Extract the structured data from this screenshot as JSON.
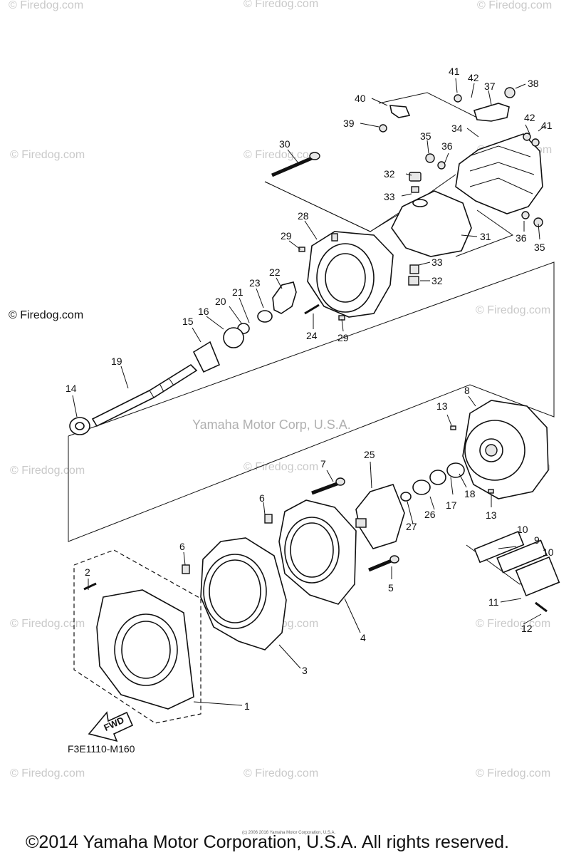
{
  "watermarks": {
    "firedog": "© Firedog.com",
    "center": "Yamaha Motor Corp, U.S.A."
  },
  "figure_code": "F3E1110-M160",
  "fwd_label": "FWD",
  "copyright": "©2014 Yamaha Motor Corporation, U.S.A. All rights reserved.",
  "fine_print": "(c) 2006 2016 Yamaha Motor Corporation, U.S.A.",
  "callouts": [
    "1",
    "2",
    "3",
    "4",
    "5",
    "6",
    "6",
    "7",
    "8",
    "9",
    "10",
    "10",
    "11",
    "12",
    "13",
    "13",
    "14",
    "15",
    "16",
    "17",
    "18",
    "19",
    "20",
    "21",
    "22",
    "23",
    "24",
    "25",
    "26",
    "27",
    "28",
    "29",
    "29",
    "30",
    "31",
    "32",
    "32",
    "33",
    "33",
    "34",
    "35",
    "35",
    "36",
    "36",
    "37",
    "38",
    "39",
    "40",
    "41",
    "41",
    "42",
    "42"
  ]
}
